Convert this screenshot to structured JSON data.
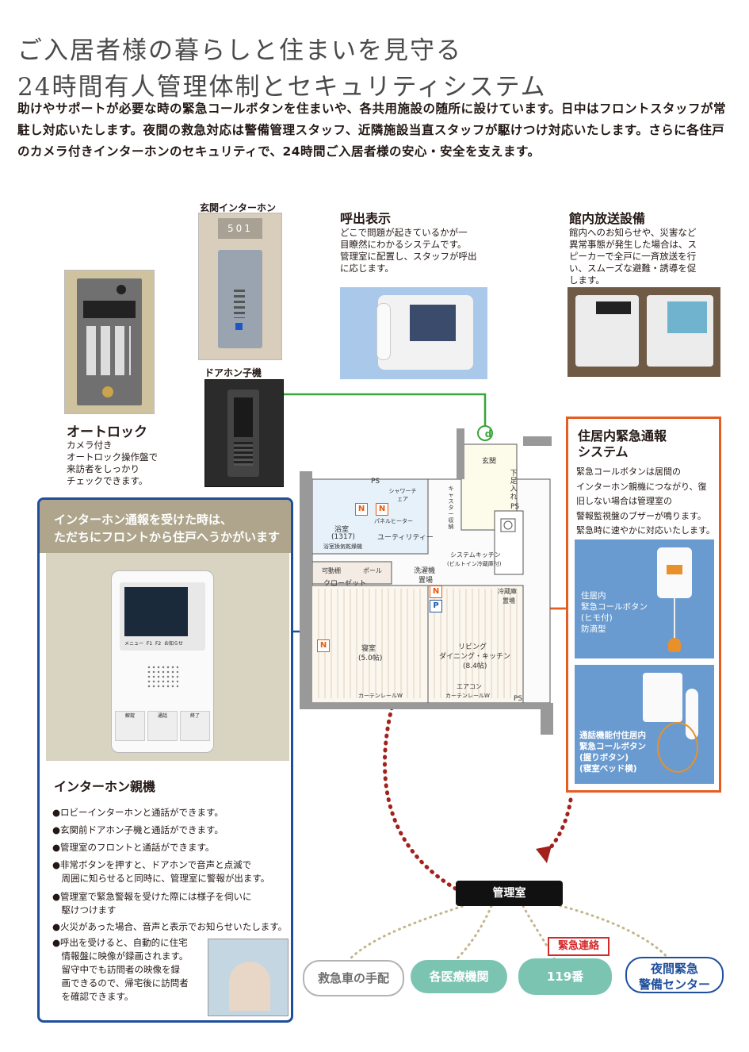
{
  "header": {
    "title_line1": "ご入居者様の暮らしと住まいを見守る",
    "title_line2": "24時間有人管理体制とセキュリティシステム",
    "intro": "助けやサポートが必要な時の緊急コールボタンを住まいや、各共用施設の随所に設けています。日中はフロントスタッフが常駐し対応いたします。夜間の救急対応は警備管理スタッフ、近隣施設当直スタッフが駆けつけ対応いたします。さらに各住戸のカメラ付きインターホンのセキュリティで、24時間ご入居者様の安心・安全を支えます。"
  },
  "entrance_intercom": {
    "label": "玄関インターホン",
    "room_number": "501"
  },
  "door_phone": {
    "label": "ドアホン子機"
  },
  "autolock": {
    "title": "オートロック",
    "desc_lines": [
      "カメラ付き",
      "オートロック操作盤で",
      "来訪者をしっかり",
      "チェックできます。"
    ]
  },
  "call_display": {
    "title": "呼出表示",
    "desc_lines": [
      "どこで問題が起きているかが一",
      "目瞭然にわかるシステムです。",
      "管理室に配置し、スタッフが呼出",
      "に応じます。"
    ]
  },
  "broadcast": {
    "title": "館内放送設備",
    "desc_lines": [
      "館内へのお知らせや、災害など",
      "異常事態が発生した場合は、ス",
      "ピーカーで全戸に一斉放送を行",
      "い、スムーズな避難・誘導を促",
      "します。"
    ]
  },
  "floor_plan": {
    "labels": {
      "entrance": "玄関",
      "shoes": "下足入れ",
      "ps": "PS",
      "bath": "浴室",
      "bath_size": "(1317)",
      "bath_dryer": "浴室換気乾燥機",
      "shower": "シャワーチェア",
      "panel_heater": "パネルヒーター",
      "utility": "ユーティリティー",
      "caster": "キャスター収納",
      "washer": "洗濯機",
      "washer2": "置場",
      "movable_shelf": "可動棚",
      "pole": "ポール",
      "closet": "クローゼット",
      "system_kitchen": "システムキッチン",
      "system_kitchen2": "(ビルトイン冷蔵庫付)",
      "fridge": "冷蔵庫",
      "fridge2": "置場",
      "bedroom": "寝室",
      "bedroom_size": "(5.0帖)",
      "living": "リビング",
      "living2": "ダイニング・キッチン",
      "living_size": "(8.4帖)",
      "aircon": "エアコン",
      "curtain_w1": "カーテンレールW",
      "curtain_w2": "カーテンレールW",
      "d_mark": "d",
      "n_mark": "N",
      "p_mark": "P"
    }
  },
  "intercom_box": {
    "header_line1": "インターホン通報を受けた時は、",
    "header_line2": "ただちにフロントから住戸へうかがいます",
    "device_buttons": [
      "メニュー",
      "F1",
      "F2",
      "お知らせ"
    ],
    "device_bottom": [
      "解錠",
      "通話",
      "終了"
    ],
    "title": "インターホン親機",
    "bullets": [
      "●ロビーインターホンと通話ができます。",
      "●玄関前ドアホン子機と通話ができます。",
      "●管理室のフロントと通話ができます。",
      "●非常ボタンを押すと、ドアホンで音声と点滅で\n　周囲に知らせると同時に、管理室に警報が出ます。",
      "●管理室で緊急警報を受けた際には様子を伺いに\n　駆けつけます",
      "●火災があった場合、音声と表示でお知らせいたします。",
      "●呼出を受けると、自動的に住宅\n　情報盤に映像が録画されます。\n　留守中でも訪問者の映像を録\n　画できるので、帰宅後に訪問者\n　を確認できます。"
    ]
  },
  "emergency_box": {
    "title_line1": "住居内緊急通報",
    "title_line2": "システム",
    "desc_lines": [
      "緊急コールボタンは居間の",
      "インターホン親機につながり、復",
      "旧しない場合は管理室の",
      "警報監視盤のブザーが鳴ります。",
      "緊急時に速やかに対応いたします。"
    ],
    "panel1_lines": [
      "住居内",
      "緊急コールボタン",
      "(ヒモ付)",
      "防滴型"
    ],
    "panel2_lines": [
      "通話機能付住居内",
      "緊急コールボタン",
      "(握りボタン)",
      "(寝室ベッド横)"
    ]
  },
  "network": {
    "center": "管理室",
    "nodes": [
      "救急車の手配",
      "各医療機関",
      "119番",
      "夜間緊急\n警備センター"
    ],
    "emergency_tag": "緊急連絡"
  },
  "colors": {
    "orange": "#e55d20",
    "blue": "#1f4e9c",
    "green": "#3aa53a",
    "teal": "#7cc4b2",
    "darkred": "#a3211c"
  }
}
